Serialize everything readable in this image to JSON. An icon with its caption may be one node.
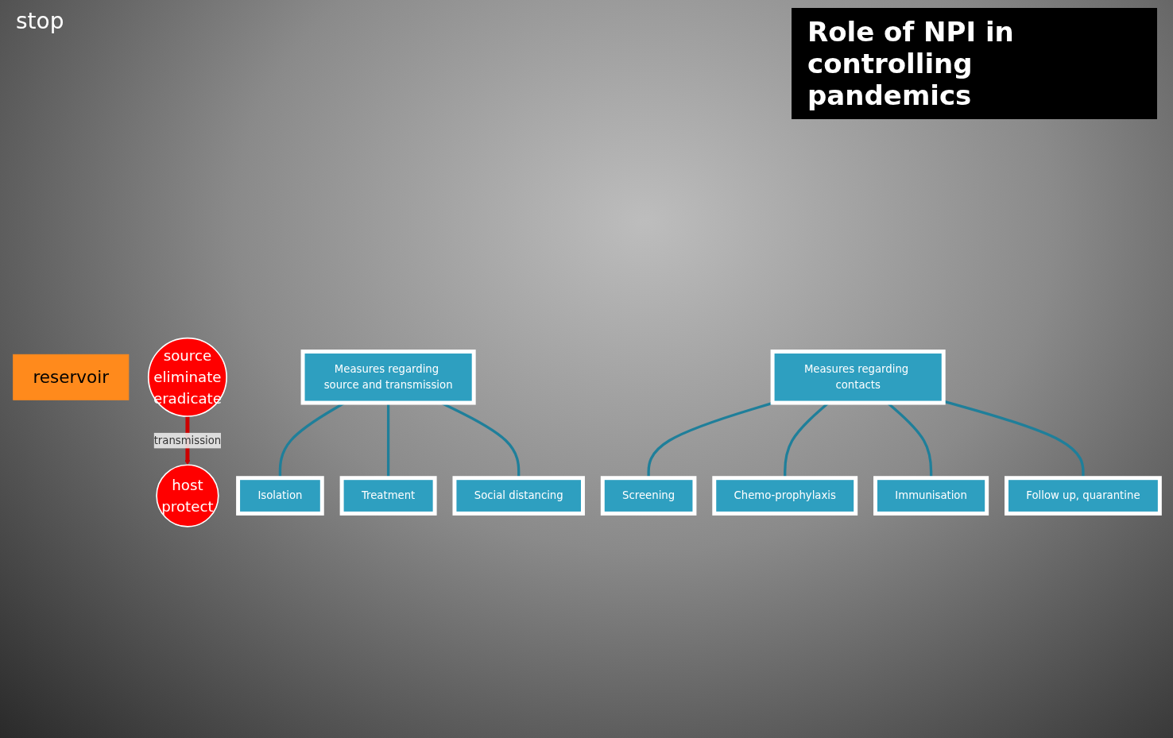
{
  "diagram": {
    "title": "Role of NPI in controlling pandemics",
    "nodes": [
      {
        "text": [
          "reservoir"
        ]
      },
      {
        "text": [
          "source",
          "eliminate",
          "eradicate"
        ]
      },
      {
        "text": [
          "host",
          "protect"
        ]
      },
      {
        "text": [
          "Measures regarding source and transmission"
        ]
      },
      {
        "text": [
          "Isolation"
        ]
      },
      {
        "text": [
          "Treatment"
        ]
      },
      {
        "text": [
          "Social distancing"
        ]
      },
      {
        "text": [
          "Measures regarding contacts"
        ]
      },
      {
        "text": [
          "Screening"
        ]
      },
      {
        "text": [
          "Chemo-prophylaxis"
        ]
      },
      {
        "text": [
          "Immunisation"
        ]
      },
      {
        "text": [
          "Follow up, quarantine"
        ]
      }
    ],
    "edges": [
      {
        "from": 1,
        "to": 2,
        "arrow": "to",
        "label": "transmission",
        "color": "#cc0000"
      },
      {
        "from": 3,
        "to": 4,
        "arrow": "none"
      },
      {
        "from": 3,
        "to": 5,
        "arrow": "none"
      },
      {
        "from": 3,
        "to": 6,
        "arrow": "none"
      },
      {
        "from": 7,
        "to": 8,
        "arrow": "none"
      },
      {
        "from": 7,
        "to": 9,
        "arrow": "none"
      },
      {
        "from": 7,
        "to": 10,
        "arrow": "none"
      },
      {
        "from": 7,
        "to": 11,
        "arrow": "none"
      }
    ],
    "labels": [
      "stop"
    ]
  }
}
